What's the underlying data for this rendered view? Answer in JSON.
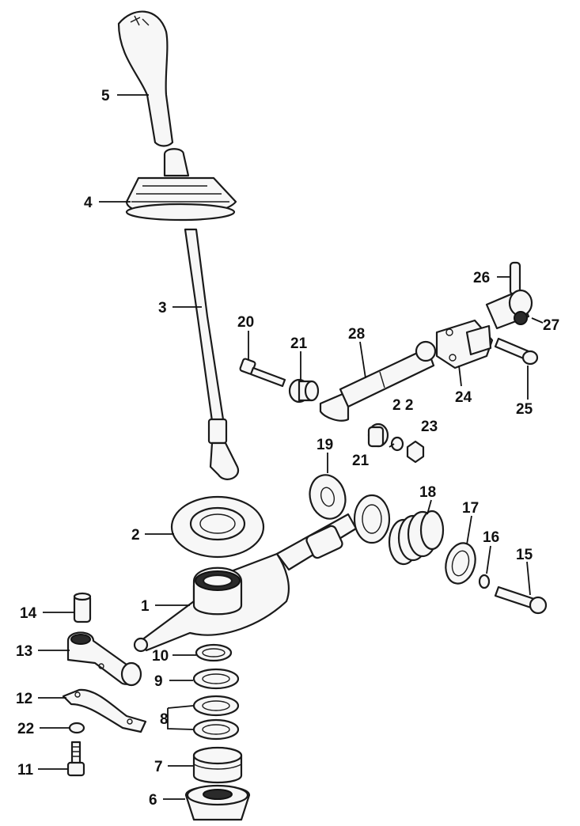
{
  "callouts": [
    {
      "id": "c5",
      "text": "5"
    },
    {
      "id": "c4",
      "text": "4"
    },
    {
      "id": "c3",
      "text": "3"
    },
    {
      "id": "c2",
      "text": "2"
    },
    {
      "id": "c1",
      "text": "1"
    },
    {
      "id": "c14",
      "text": "14"
    },
    {
      "id": "c13",
      "text": "13"
    },
    {
      "id": "c12",
      "text": "12"
    },
    {
      "id": "c22a",
      "text": "22"
    },
    {
      "id": "c11",
      "text": "11"
    },
    {
      "id": "c10",
      "text": "10"
    },
    {
      "id": "c9",
      "text": "9"
    },
    {
      "id": "c8",
      "text": "8"
    },
    {
      "id": "c7",
      "text": "7"
    },
    {
      "id": "c6",
      "text": "6"
    },
    {
      "id": "c20",
      "text": "20"
    },
    {
      "id": "c21a",
      "text": "21"
    },
    {
      "id": "c28",
      "text": "28"
    },
    {
      "id": "c21b",
      "text": "21"
    },
    {
      "id": "c22b",
      "text": "2 2"
    },
    {
      "id": "c23",
      "text": "23"
    },
    {
      "id": "c19",
      "text": "19"
    },
    {
      "id": "c18",
      "text": "18"
    },
    {
      "id": "c17",
      "text": "17"
    },
    {
      "id": "c16",
      "text": "16"
    },
    {
      "id": "c15",
      "text": "15"
    },
    {
      "id": "c24",
      "text": "24"
    },
    {
      "id": "c25",
      "text": "25"
    },
    {
      "id": "c26",
      "text": "26"
    },
    {
      "id": "c27",
      "text": "27"
    }
  ]
}
